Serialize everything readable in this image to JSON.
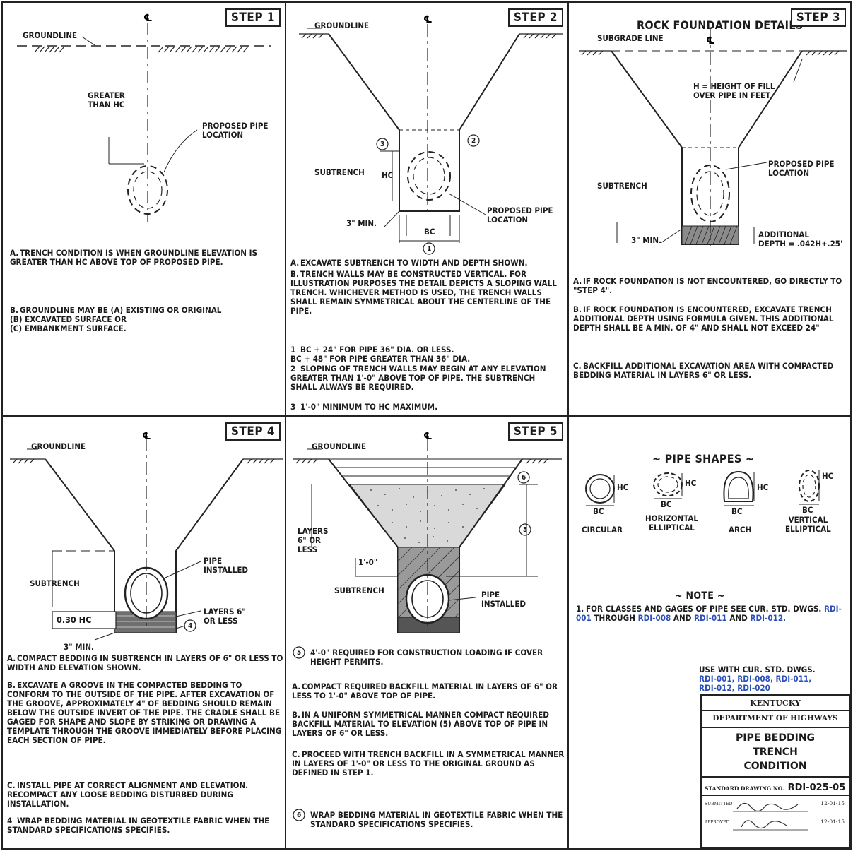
{
  "step1": {
    "tag": "STEP 1",
    "groundline": "GROUNDLINE",
    "greater": "GREATER\nTHAN Hc",
    "pipe_loc": "PROPOSED PIPE\nLOCATION",
    "notes": [
      {
        "k": "a.",
        "t": "TRENCH CONDITION IS WHEN GROUNDLINE ELEVATION IS GREATER THAN Hc ABOVE TOP OF PROPOSED PIPE."
      },
      {
        "k": "b.",
        "t": "GROUNDLINE MAY BE (a) EXISTING OR ORIGINAL\n(b) EXCAVATED SURFACE OR\n(c) EMBANKMENT SURFACE."
      }
    ]
  },
  "step2": {
    "tag": "STEP 2",
    "groundline": "GROUNDLINE",
    "subtrench": "SUBTRENCH",
    "hc": "Hc",
    "bc": "Bc",
    "min3": "3\" MIN.",
    "pipe_loc": "PROPOSED PIPE\nLOCATION",
    "c1": "1",
    "c2": "2",
    "c3": "3",
    "notes": [
      {
        "k": "a.",
        "t": "EXCAVATE SUBTRENCH TO WIDTH AND DEPTH SHOWN."
      },
      {
        "k": "b.",
        "t": "TRENCH WALLS MAY BE CONSTRUCTED VERTICAL. FOR ILLUSTRATION PURPOSES THE DETAIL DEPICTS A SLOPING WALL TRENCH. WHICHEVER METHOD IS USED, THE TRENCH WALLS SHALL REMAIN SYMMETRICAL ABOUT THE CENTERLINE OF THE PIPE."
      },
      {
        "k": "1",
        "t": "Bc + 24\" FOR PIPE 36\" DIA. OR LESS.\nBc + 48\" FOR PIPE GREATER THAN 36\" DIA."
      },
      {
        "k": "2",
        "t": "SLOPING OF TRENCH WALLS MAY BEGIN AT ANY ELEVATION GREATER THAN 1'-0\" ABOVE TOP OF PIPE. THE SUBTRENCH SHALL ALWAYS BE REQUIRED."
      },
      {
        "k": "3",
        "t": "1'-0\" MINIMUM TO Hc MAXIMUM."
      }
    ]
  },
  "step3": {
    "title": "ROCK FOUNDATION DETAILS",
    "tag": "STEP 3",
    "subgrade": "SUBGRADE LINE",
    "h_def": "H = HEIGHT OF FILL\nOVER PIPE IN FEET",
    "pipe_loc": "PROPOSED PIPE\nLOCATION",
    "subtrench": "SUBTRENCH",
    "min3": "3\" MIN.",
    "add_depth": "ADDITIONAL\nDEPTH = .042H+.25'",
    "notes": [
      {
        "k": "a.",
        "t": "IF ROCK FOUNDATION IS NOT ENCOUNTERED, GO DIRECTLY TO \"STEP 4\"."
      },
      {
        "k": "b.",
        "t": "IF ROCK FOUNDATION IS ENCOUNTERED, EXCAVATE TRENCH ADDITIONAL DEPTH USING FORMULA GIVEN. THIS ADDITIONAL DEPTH SHALL BE A MIN. OF 4\" AND SHALL NOT EXCEED 24\""
      },
      {
        "k": "c.",
        "t": "BACKFILL ADDITIONAL EXCAVATION AREA WITH COMPACTED BEDDING MATERIAL IN LAYERS 6\" OR LESS."
      }
    ]
  },
  "step4": {
    "tag": "STEP 4",
    "groundline": "GROUNDLINE",
    "subtrench": "SUBTRENCH",
    "pipe_inst": "PIPE\nINSTALLED",
    "layers": "LAYERS 6\"\nOR LESS",
    "hc30": "0.30 Hc",
    "min3": "3\" MIN.",
    "c4": "4",
    "notes": [
      {
        "k": "a.",
        "t": "COMPACT BEDDING IN SUBTRENCH IN LAYERS OF 6\" OR LESS TO WIDTH AND ELEVATION SHOWN."
      },
      {
        "k": "b.",
        "t": "EXCAVATE A GROOVE IN THE COMPACTED BEDDING TO CONFORM TO THE OUTSIDE OF THE PIPE. AFTER EXCAVATION OF THE GROOVE, APPROXIMATELY 4\" OF BEDDING SHOULD REMAIN BELOW THE OUTSIDE INVERT OF THE PIPE. THE CRADLE SHALL BE GAGED FOR SHAPE AND SLOPE BY STRIKING OR DRAWING A TEMPLATE THROUGH THE GROOVE IMMEDIATELY BEFORE PLACING EACH SECTION OF PIPE."
      },
      {
        "k": "c.",
        "t": "INSTALL PIPE AT CORRECT ALIGNMENT AND ELEVATION. RECOMPACT ANY LOOSE BEDDING DISTURBED DURING INSTALLATION."
      },
      {
        "k": "4",
        "t": "WRAP BEDDING MATERIAL IN GEOTEXTILE FABRIC WHEN THE STANDARD SPECIFICATIONS SPECIFIES."
      }
    ]
  },
  "step5": {
    "tag": "STEP 5",
    "groundline": "GROUNDLINE",
    "layers": "LAYERS\n6\" OR\nLESS",
    "one_ft": "1'-0\"",
    "subtrench": "SUBTRENCH",
    "pipe_inst": "PIPE\nINSTALLED",
    "c5": "5",
    "c6": "6",
    "note5": "4'-0\" REQUIRED FOR CONSTRUCTION LOADING IF COVER HEIGHT PERMITS.",
    "notes": [
      {
        "k": "a.",
        "t": "COMPACT REQUIRED BACKFILL MATERIAL IN LAYERS OF 6\" OR LESS TO 1'-0\" ABOVE TOP OF PIPE."
      },
      {
        "k": "b.",
        "t": "IN A UNIFORM SYMMETRICAL MANNER COMPACT REQUIRED BACKFILL MATERIAL TO ELEVATION (5) ABOVE TOP OF PIPE IN LAYERS OF 6\" OR LESS."
      },
      {
        "k": "c.",
        "t": "PROCEED WITH TRENCH BACKFILL IN A SYMMETRICAL MANNER IN LAYERS OF 1'-0\" OR LESS TO THE ORIGINAL GROUND AS DEFINED IN STEP 1."
      }
    ],
    "note6": "WRAP BEDDING MATERIAL IN GEOTEXTILE FABRIC WHEN THE STANDARD SPECIFICATIONS SPECIFIES."
  },
  "shapes": {
    "title": "~ PIPE SHAPES ~",
    "hc": "Hc",
    "bc": "Bc",
    "circular": "CIRCULAR",
    "horiz": "HORIZONTAL\nELLIPTICAL",
    "arch": "ARCH",
    "vert": "VERTICAL\nELLIPTICAL",
    "note_title": "~ NOTE ~",
    "note_k": "1.",
    "note_a": "FOR CLASSES AND GAGES OF PIPE SEE CUR. STD. DWGS.",
    "note_b": "RDI-001",
    "note_c": "THROUGH",
    "note_d": "RDI-008",
    "note_e": "AND",
    "note_f": "RDI-011",
    "note_g": "AND",
    "note_h": "RDI-012."
  },
  "usewith": {
    "line1": "USE WITH CUR. STD. DWGS.",
    "line2": "RDI-001, RDI-008, RDI-011,",
    "line3": "RDI-012, RDI-020"
  },
  "title_block": {
    "agency1": "KENTUCKY",
    "agency2": "DEPARTMENT OF HIGHWAYS",
    "name1": "PIPE BEDDING",
    "name2": "TRENCH",
    "name3": "CONDITION",
    "dwg_label": "STANDARD DRAWING NO.",
    "dwg_no": "RDI-025-05",
    "submitted": "SUBMITTED",
    "approved": "APPROVED",
    "date1": "12-01-15",
    "date2": "12-01-15"
  }
}
